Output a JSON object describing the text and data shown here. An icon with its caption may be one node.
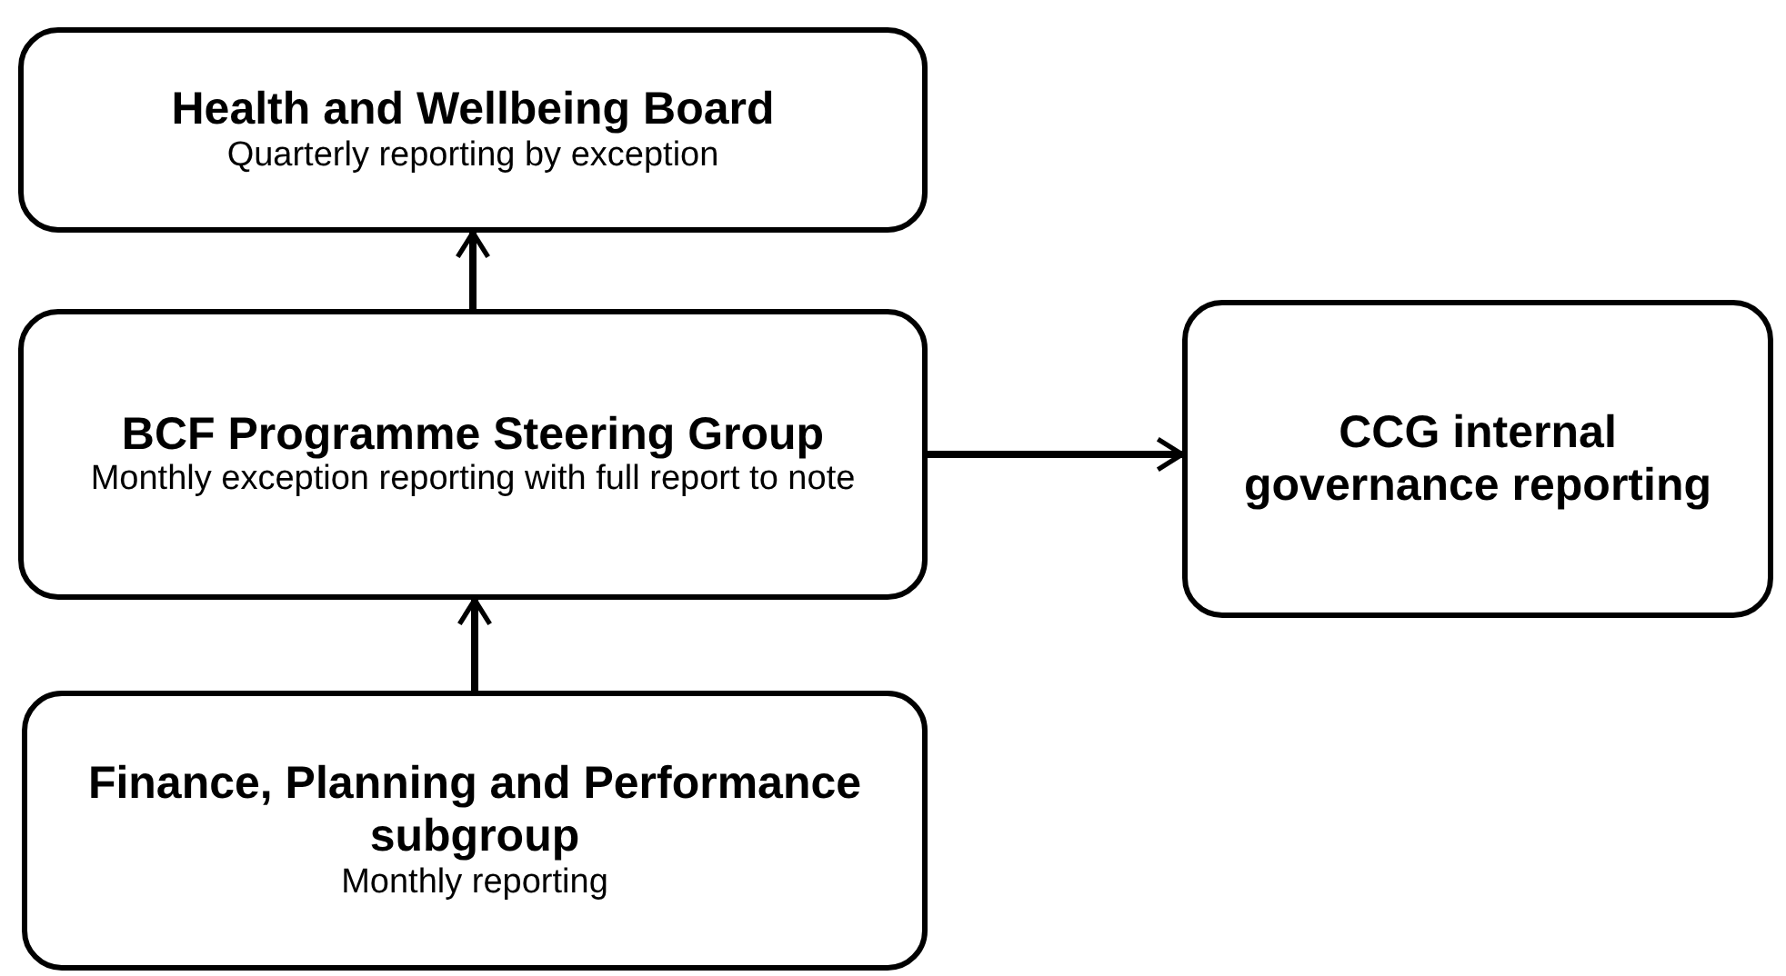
{
  "diagram": {
    "nodes": [
      {
        "text": [
          "Health and Wellbeing Board",
          "Quarterly reporting by exception"
        ]
      },
      {
        "text": [
          "BCF Programme Steering Group",
          "Monthly exception reporting with full report to note"
        ]
      },
      {
        "text": [
          "CCG internal governance reporting"
        ]
      },
      {
        "text": [
          "Finance, Planning and Performance subgroup",
          "Monthly reporting"
        ]
      }
    ],
    "edges": [
      {
        "from": 1,
        "to": 0,
        "arrow": "to"
      },
      {
        "from": 1,
        "to": 2,
        "arrow": "to"
      },
      {
        "from": 3,
        "to": 1,
        "arrow": "to"
      }
    ]
  }
}
